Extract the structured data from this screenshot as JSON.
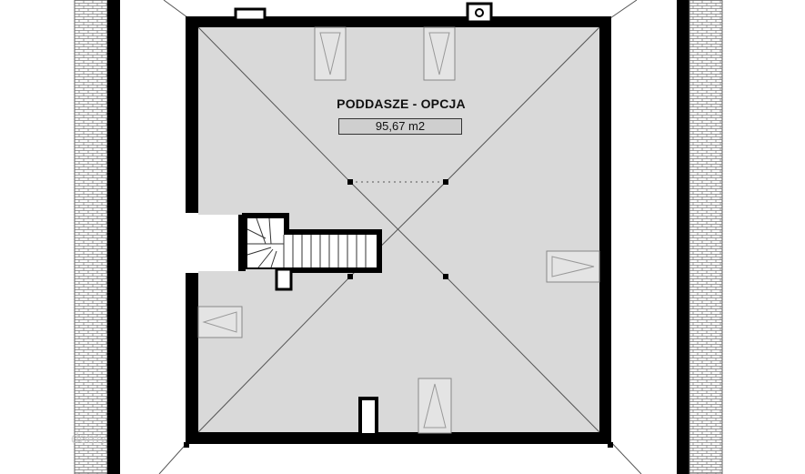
{
  "room": {
    "name": "PODDASZE - OPCJA",
    "area": "95,67 m2"
  },
  "watermark": "domy",
  "colors": {
    "floor": "#d9d9d9",
    "wall": "#000000",
    "line": "#444444",
    "gable_fill": "#dcdcdc"
  }
}
